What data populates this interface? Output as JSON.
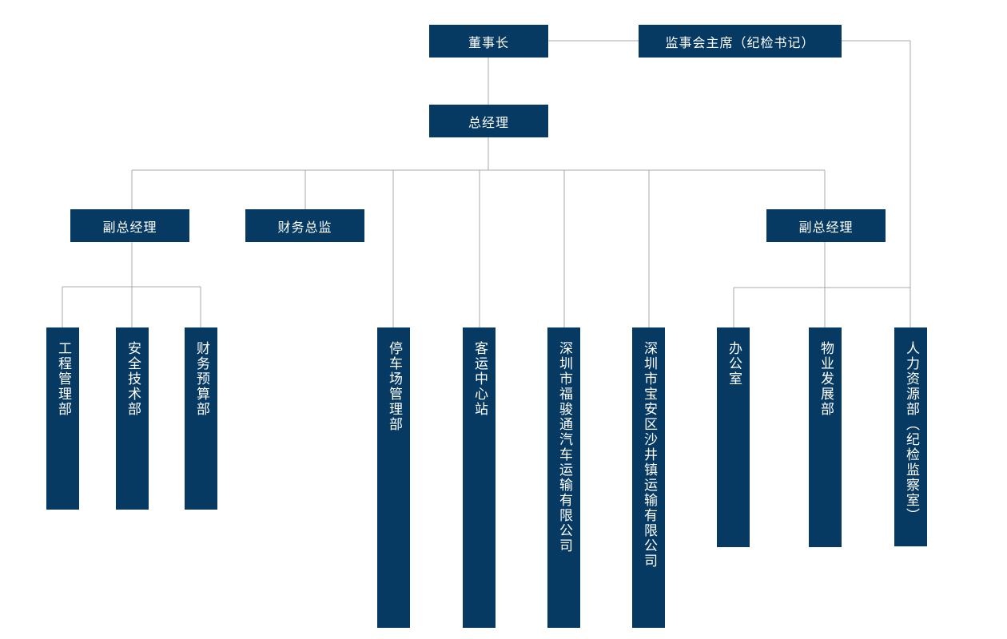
{
  "org_chart": {
    "chairman": "董事长",
    "supervisory_chair": "监事会主席（纪检书记）",
    "general_manager": "总经理",
    "deputy_gm_left": "副总经理",
    "finance_director": "财务总监",
    "deputy_gm_right": "副总经理",
    "departments": {
      "engineering": "工程管理部",
      "safety": "安全技术部",
      "budget": "财务预算部",
      "parking": "停车场管理部",
      "passenger_center": "客运中心站",
      "fujun_company": "深圳市福骏通汽车运输有限公司",
      "shajing_company": "深圳市宝安区沙井镇运输有限公司",
      "office": "办公室",
      "property": "物业发展部",
      "hr": "人力资源部（纪检监察室）"
    }
  },
  "colors": {
    "box_fill": "#063a62",
    "box_text": "#ffffff",
    "connector": "#a9a9a9"
  }
}
